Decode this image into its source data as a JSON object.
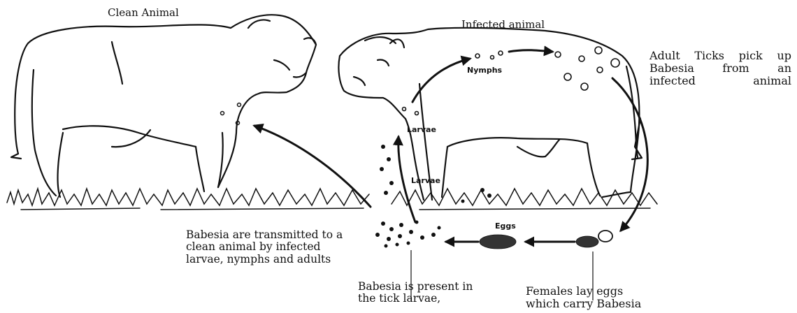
{
  "animals": {
    "clean_label": "Clean Animal",
    "infected_label": "Infected animal"
  },
  "stages": {
    "nymphs": "Nymphs",
    "larvae_upper": "Larvae",
    "larvae_lower": "Larvae",
    "eggs": "Eggs"
  },
  "annotations": {
    "adult_ticks": "Adult Ticks pick up\nBabesia from an\ninfected animal",
    "transmission": "Babesia are transmitted to a\nclean animal by infected\nlarvae, nymphs and adults",
    "larvae_babesia": "Babesia is present in\nthe tick larvae,",
    "females_eggs": "Females lay eggs\nwhich carry Babesia"
  },
  "colors": {
    "ink": "#111111",
    "background": "#ffffff"
  }
}
